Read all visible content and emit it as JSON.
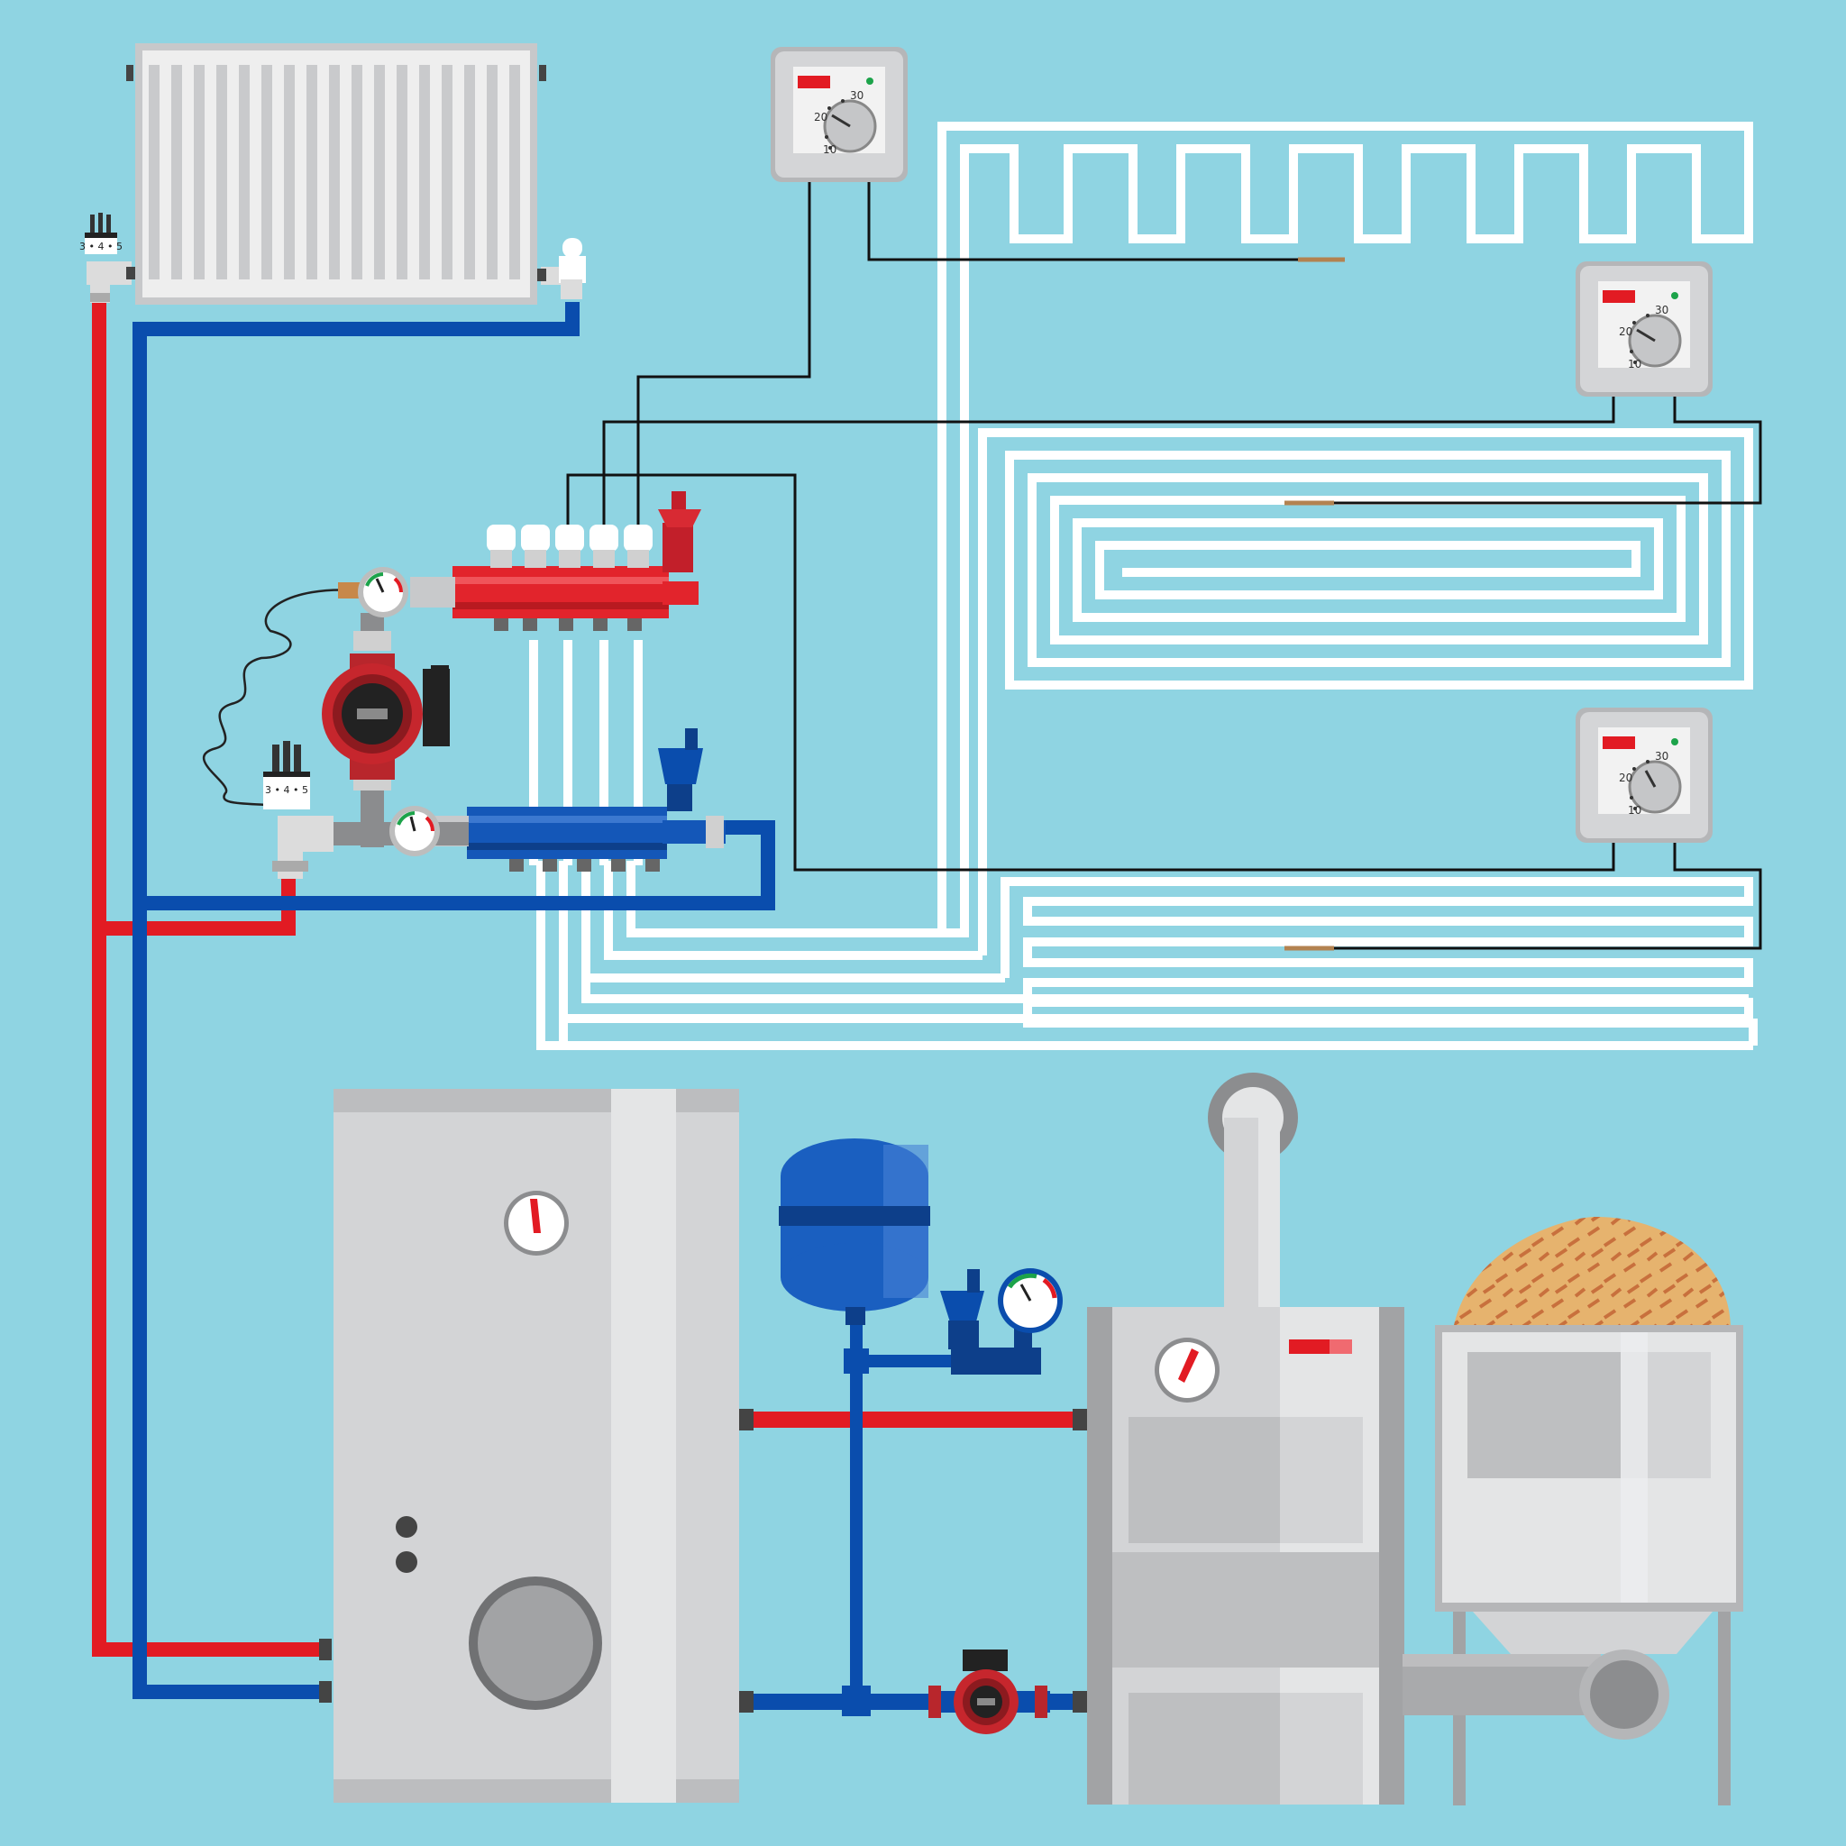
{
  "colors": {
    "background": "#8fd4e2",
    "hot_pipe": "#e21b23",
    "cold_pipe": "#0a4dad",
    "floor_loop": "#ffffff",
    "control_wire": "#111111",
    "sensor_probe": "#b38250",
    "manifold_supply": "#e2242c",
    "manifold_return": "#1457b8",
    "equipment_grey": "#d3d4d6",
    "equipment_dark": "#a2a3a5",
    "fuel_pellets": "#e6b36e"
  },
  "thermostats": [
    {
      "name": "thermostat-top",
      "scale_high": "30",
      "scale_mid": "20",
      "scale_low": "10"
    },
    {
      "name": "thermostat-middle",
      "scale_high": "30",
      "scale_mid": "20",
      "scale_low": "10"
    },
    {
      "name": "thermostat-bottom",
      "scale_high": "30",
      "scale_mid": "20",
      "scale_low": "10"
    }
  ],
  "trv_heads": [
    {
      "name": "radiator-valve-head",
      "scale": "3 • 4 • 5"
    },
    {
      "name": "mixing-valve-head",
      "scale": "3 • 4 • 5"
    }
  ],
  "icons": {
    "radiator": "radiator-icon",
    "pump": "circulation-pump-icon",
    "gauge": "pressure-gauge-icon",
    "tank": "storage-tank-icon",
    "expansion": "expansion-vessel-icon",
    "boiler": "boiler-icon",
    "hopper": "pellet-hopper-icon",
    "air_vent": "air-vent-icon"
  }
}
